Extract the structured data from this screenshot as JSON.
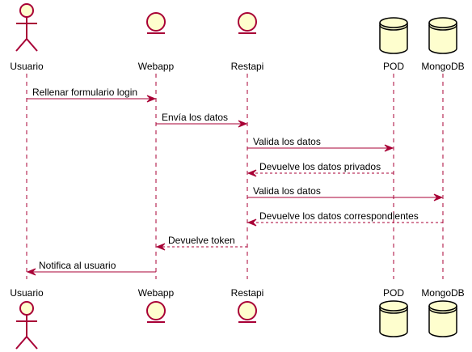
{
  "colors": {
    "participant_fill": "#FEFECE",
    "participant_stroke": "#A80036",
    "lifeline": "#A80036",
    "arrow": "#A80036",
    "text": "#000000"
  },
  "participants": [
    {
      "id": "usuario",
      "label": "Usuario",
      "kind": "actor"
    },
    {
      "id": "webapp",
      "label": "Webapp",
      "kind": "entity"
    },
    {
      "id": "restapi",
      "label": "Restapi",
      "kind": "entity"
    },
    {
      "id": "pod",
      "label": "POD",
      "kind": "database"
    },
    {
      "id": "mongodb",
      "label": "MongoDB",
      "kind": "database"
    }
  ],
  "messages": [
    {
      "from": "usuario",
      "to": "webapp",
      "label": "Rellenar formulario login",
      "style": "solid"
    },
    {
      "from": "webapp",
      "to": "restapi",
      "label": "Envía los datos",
      "style": "solid"
    },
    {
      "from": "restapi",
      "to": "pod",
      "label": "Valida los datos",
      "style": "solid"
    },
    {
      "from": "pod",
      "to": "restapi",
      "label": "Devuelve los datos privados",
      "style": "dashed"
    },
    {
      "from": "restapi",
      "to": "mongodb",
      "label": "Valida los datos",
      "style": "solid"
    },
    {
      "from": "mongodb",
      "to": "restapi",
      "label": "Devuelve los datos correspondientes",
      "style": "dashed"
    },
    {
      "from": "restapi",
      "to": "webapp",
      "label": "Devuelve token",
      "style": "dashed"
    },
    {
      "from": "webapp",
      "to": "usuario",
      "label": "Notifica al usuario",
      "style": "solid"
    }
  ]
}
